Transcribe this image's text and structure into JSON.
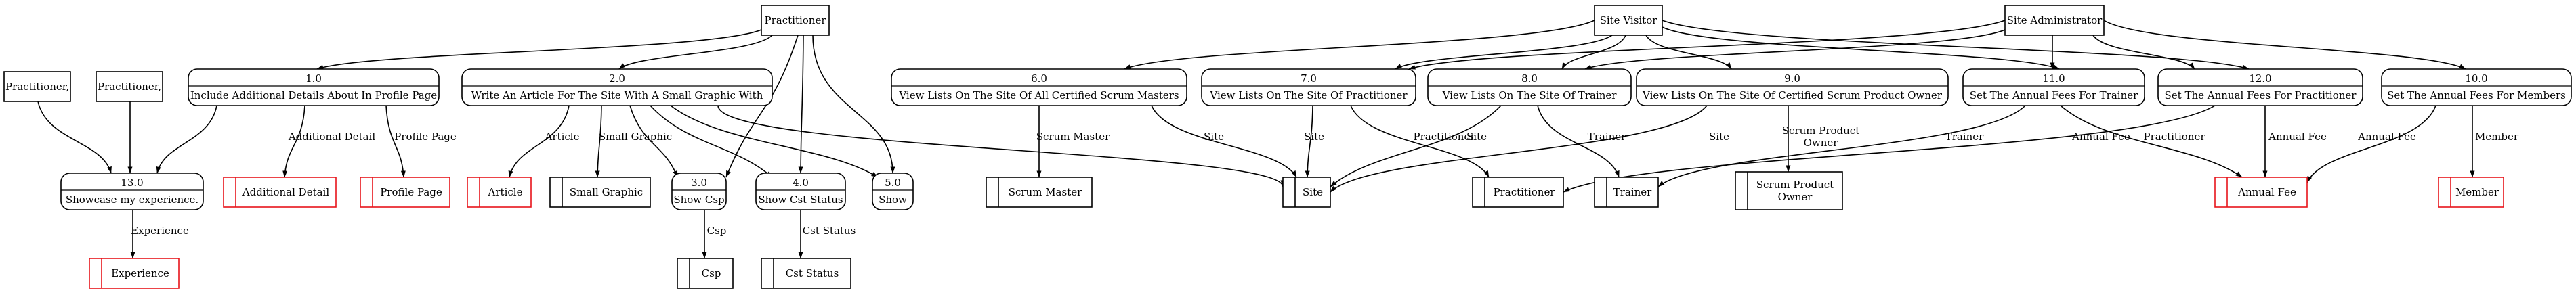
{
  "entities": [
    {
      "id": "practitioner",
      "label": "Practitioner"
    },
    {
      "id": "site-visitor",
      "label": "Site Visitor"
    },
    {
      "id": "site-administrator",
      "label": "Site Administrator"
    },
    {
      "id": "practitioner-a",
      "label": "Practitioner,"
    },
    {
      "id": "practitioner-b",
      "label": "Practitioner,"
    }
  ],
  "processes": [
    {
      "id": "p1",
      "number": "1.0",
      "name": "Include Additional Details About In Profile Page"
    },
    {
      "id": "p2",
      "number": "2.0",
      "name": "Write An Article For The Site With A Small Graphic With"
    },
    {
      "id": "p6",
      "number": "6.0",
      "name": "View Lists On The Site Of All Certified Scrum Masters"
    },
    {
      "id": "p7",
      "number": "7.0",
      "name": "View Lists On The Site Of Practitioner"
    },
    {
      "id": "p8",
      "number": "8.0",
      "name": "View Lists On The Site Of Trainer"
    },
    {
      "id": "p9",
      "number": "9.0",
      "name": "View Lists On The Site Of Certified Scrum Product Owner"
    },
    {
      "id": "p11",
      "number": "11.0",
      "name": "Set The Annual Fees For Trainer"
    },
    {
      "id": "p12",
      "number": "12.0",
      "name": "Set The Annual Fees For Practitioner"
    },
    {
      "id": "p10",
      "number": "10.0",
      "name": "Set The Annual Fees For Members"
    },
    {
      "id": "p13",
      "number": "13.0",
      "name": "Showcase my experience."
    },
    {
      "id": "p3",
      "number": "3.0",
      "name": "Show Csp"
    },
    {
      "id": "p4",
      "number": "4.0",
      "name": "Show Cst Status"
    },
    {
      "id": "p5",
      "number": "5.0",
      "name": "Show"
    }
  ],
  "stores": [
    {
      "id": "s-additional",
      "label": "Additional Detail",
      "color": "#e8141b"
    },
    {
      "id": "s-profile",
      "label": "Profile Page",
      "color": "#e8141b"
    },
    {
      "id": "s-article",
      "label": "Article",
      "color": "#e8141b"
    },
    {
      "id": "s-graphic",
      "label": "Small Graphic",
      "color": "#000000"
    },
    {
      "id": "s-scrum",
      "label": "Scrum Master",
      "color": "#000000"
    },
    {
      "id": "s-site",
      "label": "Site",
      "color": "#000000"
    },
    {
      "id": "s-practitioner",
      "label": "Practitioner",
      "color": "#000000"
    },
    {
      "id": "s-trainer",
      "label": "Trainer",
      "color": "#000000"
    },
    {
      "id": "s-spo",
      "label": "Scrum Product Owner",
      "color": "#000000"
    },
    {
      "id": "s-annual",
      "label": "Annual Fee",
      "color": "#e8141b"
    },
    {
      "id": "s-member",
      "label": "Member",
      "color": "#e8141b"
    },
    {
      "id": "s-experience",
      "label": "Experience",
      "color": "#e8141b"
    },
    {
      "id": "s-csp",
      "label": "Csp",
      "color": "#000000"
    },
    {
      "id": "s-cst",
      "label": "Cst Status",
      "color": "#000000"
    }
  ],
  "flows": [
    {
      "from": "practitioner",
      "to": "p1",
      "label": ""
    },
    {
      "from": "practitioner",
      "to": "p2",
      "label": ""
    },
    {
      "from": "practitioner",
      "to": "p3",
      "label": ""
    },
    {
      "from": "practitioner",
      "to": "p4",
      "label": ""
    },
    {
      "from": "practitioner",
      "to": "p5",
      "label": ""
    },
    {
      "from": "practitioner-a",
      "to": "p13",
      "label": ""
    },
    {
      "from": "practitioner-b",
      "to": "p13",
      "label": ""
    },
    {
      "from": "p1",
      "to": "p13",
      "label": ""
    },
    {
      "from": "p1",
      "to": "s-additional",
      "label": "Additional Detail"
    },
    {
      "from": "p1",
      "to": "s-profile",
      "label": "Profile Page"
    },
    {
      "from": "p2",
      "to": "s-article",
      "label": "Article"
    },
    {
      "from": "p2",
      "to": "s-graphic",
      "label": "Small Graphic"
    },
    {
      "from": "p2",
      "to": "p3",
      "label": ""
    },
    {
      "from": "p2",
      "to": "p4",
      "label": ""
    },
    {
      "from": "p2",
      "to": "p5",
      "label": ""
    },
    {
      "from": "p2",
      "to": "s-site",
      "label": "Site"
    },
    {
      "from": "p13",
      "to": "s-experience",
      "label": "Experience"
    },
    {
      "from": "p3",
      "to": "s-csp",
      "label": "Csp"
    },
    {
      "from": "p4",
      "to": "s-cst",
      "label": "Cst Status"
    },
    {
      "from": "site-visitor",
      "to": "p6",
      "label": ""
    },
    {
      "from": "site-visitor",
      "to": "p7",
      "label": ""
    },
    {
      "from": "site-visitor",
      "to": "p8",
      "label": ""
    },
    {
      "from": "site-visitor",
      "to": "p9",
      "label": ""
    },
    {
      "from": "site-visitor",
      "to": "p11",
      "label": ""
    },
    {
      "from": "site-visitor",
      "to": "p12",
      "label": ""
    },
    {
      "from": "site-administrator",
      "to": "p7",
      "label": ""
    },
    {
      "from": "site-administrator",
      "to": "p8",
      "label": ""
    },
    {
      "from": "site-administrator",
      "to": "p11",
      "label": ""
    },
    {
      "from": "site-administrator",
      "to": "p12",
      "label": ""
    },
    {
      "from": "site-administrator",
      "to": "p10",
      "label": ""
    },
    {
      "from": "p6",
      "to": "s-scrum",
      "label": "Scrum Master"
    },
    {
      "from": "p6",
      "to": "s-site",
      "label": "Site"
    },
    {
      "from": "p7",
      "to": "s-site",
      "label": "Site"
    },
    {
      "from": "p7",
      "to": "s-practitioner",
      "label": "Practitioner"
    },
    {
      "from": "p8",
      "to": "s-site",
      "label": "Site"
    },
    {
      "from": "p8",
      "to": "s-trainer",
      "label": "Trainer"
    },
    {
      "from": "p9",
      "to": "s-site",
      "label": "Site"
    },
    {
      "from": "p9",
      "to": "s-spo",
      "label": "Scrum Product Owner"
    },
    {
      "from": "p11",
      "to": "s-trainer",
      "label": "Trainer"
    },
    {
      "from": "p11",
      "to": "s-annual",
      "label": "Annual Fee"
    },
    {
      "from": "p12",
      "to": "s-practitioner",
      "label": "Practitioner"
    },
    {
      "from": "p12",
      "to": "s-annual",
      "label": "Annual Fee"
    },
    {
      "from": "p10",
      "to": "s-annual",
      "label": "Annual Fee"
    },
    {
      "from": "p10",
      "to": "s-member",
      "label": "Member"
    }
  ]
}
